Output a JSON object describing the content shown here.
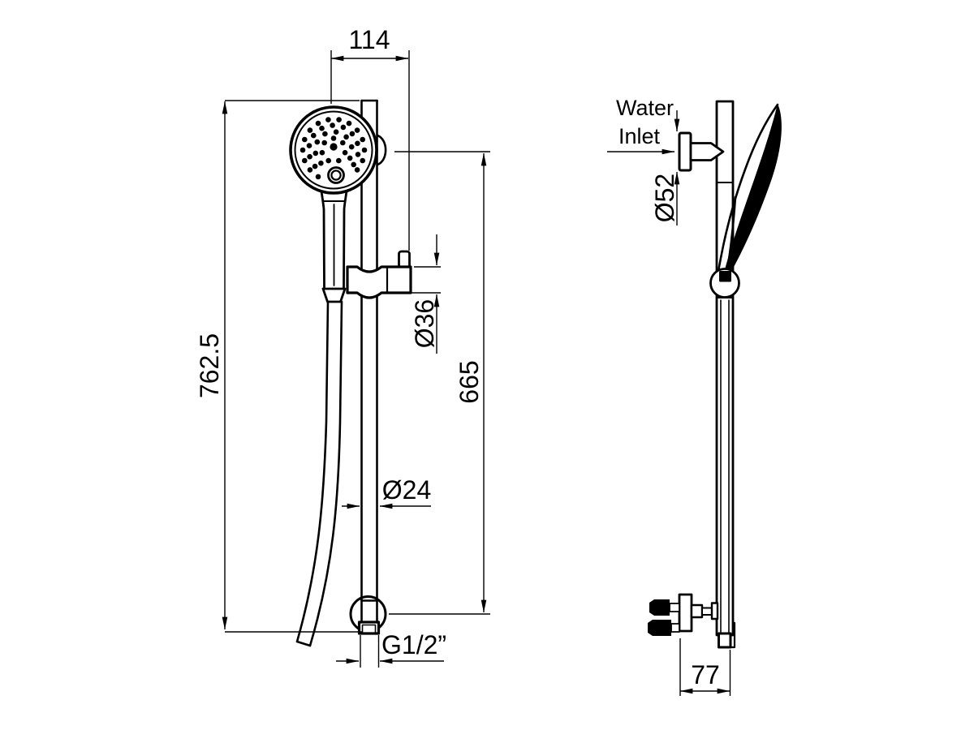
{
  "drawing": {
    "background": "#ffffff",
    "line_color": "#000000",
    "dimensions": {
      "rail_width_top": "114",
      "overall_height": "762.5",
      "slider_diameter": "Ø36",
      "inlet_to_bottom": "665",
      "rail_tube_diameter": "Ø24",
      "outlet_thread": "G1/2”",
      "escutcheon_diameter": "Ø52",
      "wall_projection": "77"
    },
    "annotations": {
      "water_inlet_line1": "Water",
      "water_inlet_line2": "Inlet"
    }
  }
}
